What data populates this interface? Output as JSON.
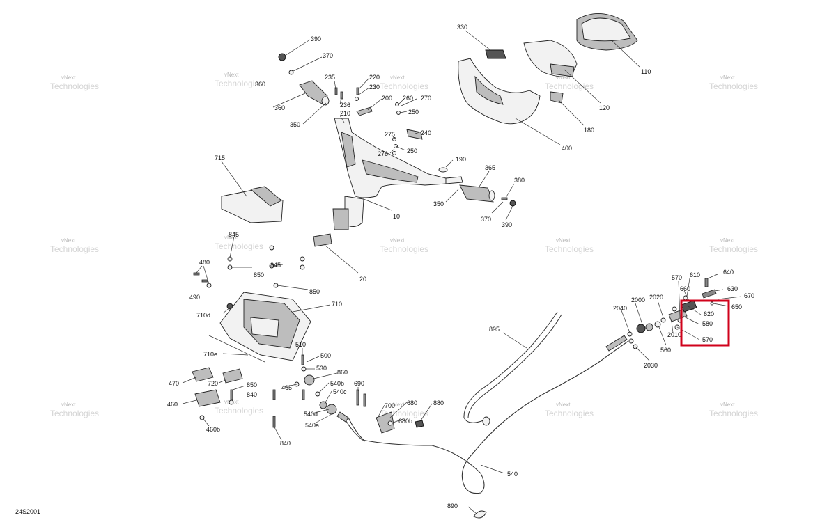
{
  "diagram": {
    "code": "24S2001",
    "highlight_color": "#d0021b",
    "watermark": {
      "line1": "vNext",
      "line2": "Technologies"
    },
    "callouts": {
      "c390a": "390",
      "c370a": "370",
      "c360a": "360",
      "c360b": "360",
      "c350a": "350",
      "c235": "235",
      "c220": "220",
      "c230": "230",
      "c236": "236",
      "c210": "210",
      "c200": "200",
      "c260": "260",
      "c270": "270",
      "c250a": "250",
      "c240": "240",
      "c275": "275",
      "c276": "276",
      "c250b": "250",
      "c330": "330",
      "c110": "110",
      "c120": "120",
      "c180": "180",
      "c400": "400",
      "c190": "190",
      "c365": "365",
      "c380": "380",
      "c350b": "350",
      "c370b": "370",
      "c390b": "390",
      "c715": "715",
      "c10": "10",
      "c20": "20",
      "c845a": "845",
      "c850a": "850",
      "c845b": "845",
      "c850b": "850",
      "c480": "480",
      "c490": "490",
      "c710d": "710d",
      "c710": "710",
      "c710e": "710e",
      "c510": "510",
      "c500": "500",
      "c530": "530",
      "c860": "860",
      "c470": "470",
      "c720": "720",
      "c850c": "850",
      "c840a": "840",
      "c465": "465",
      "c540b": "540b",
      "c540c": "540c",
      "c690": "690",
      "c460": "460",
      "c460b": "460b",
      "c540d": "540d",
      "c540a": "540a",
      "c840b": "840",
      "c700": "700",
      "c680": "680",
      "c880": "880",
      "c680b": "680b",
      "c540": "540",
      "c890": "890",
      "c895": "895",
      "c2040": "2040",
      "c2000": "2000",
      "c2020": "2020",
      "c570a": "570",
      "c610": "610",
      "c640": "640",
      "c660": "660",
      "c630": "630",
      "c670": "670",
      "c650": "650",
      "c620": "620",
      "c580": "580",
      "c570b": "570",
      "c2010": "2010",
      "c560": "560",
      "c2030": "2030"
    }
  }
}
